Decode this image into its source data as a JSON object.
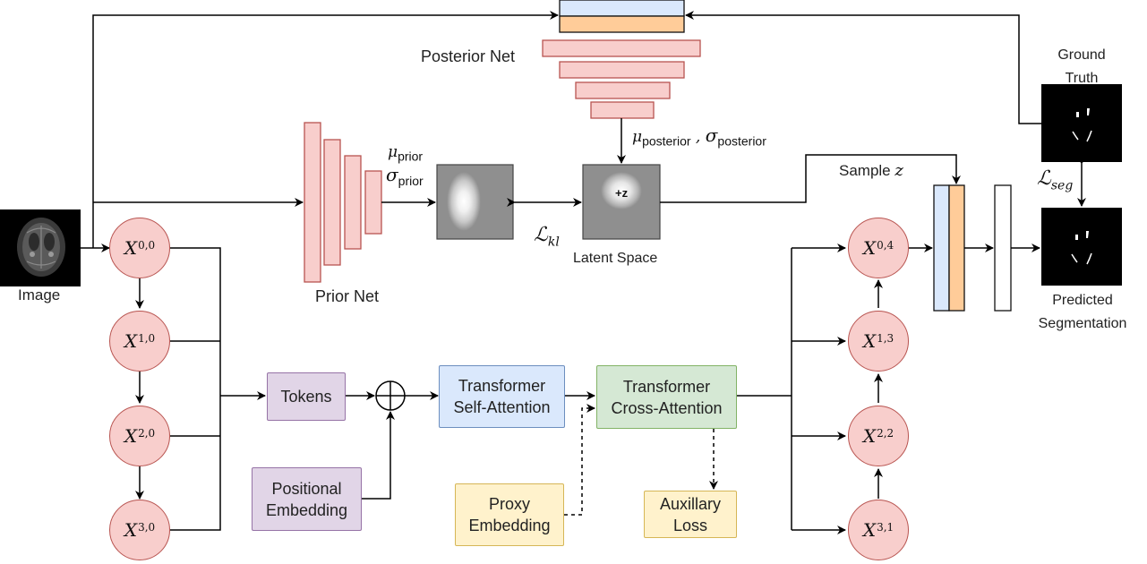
{
  "labels": {
    "image": "Image",
    "posterior_net": "Posterior Net",
    "prior_net": "Prior Net",
    "latent_space": "Latent Space",
    "ground_truth": "Ground\nTruth",
    "predicted_segmentation": "Predicted\nSegmentation",
    "sample_z": "Sample"
  },
  "math": {
    "mu": "μ",
    "sigma": "σ",
    "prior_sub": "prior",
    "posterior_sub": "posterior",
    "z": "z",
    "loss_kl": "ℒ",
    "kl_sub": "kl",
    "loss_seg": "ℒ",
    "seg_sub": "seg"
  },
  "encoder_nodes": [
    {
      "base": "X",
      "sup": "0,0"
    },
    {
      "base": "X",
      "sup": "1,0"
    },
    {
      "base": "X",
      "sup": "2,0"
    },
    {
      "base": "X",
      "sup": "3,0"
    }
  ],
  "decoder_nodes": [
    {
      "base": "X",
      "sup": "0,4"
    },
    {
      "base": "X",
      "sup": "1,3"
    },
    {
      "base": "X",
      "sup": "2,2"
    },
    {
      "base": "X",
      "sup": "3,1"
    }
  ],
  "blocks": {
    "tokens": "Tokens",
    "positional_embedding": "Positional\nEmbedding",
    "self_attention": "Transformer\nSelf-Attention",
    "cross_attention": "Transformer\nCross-Attention",
    "proxy_embedding": "Proxy\nEmbedding",
    "auxiliary_loss": "Auxillary\nLoss"
  },
  "colors": {
    "node_fill": "#f8cecc",
    "node_stroke": "#b85450",
    "purple_fill": "#e1d5e7",
    "purple_stroke": "#9673a6",
    "blue_fill": "#dae8fc",
    "blue_stroke": "#6c8ebf",
    "green_fill": "#d5e8d4",
    "green_stroke": "#82b366",
    "yellow_fill": "#fff2cc",
    "yellow_stroke": "#d6b656",
    "orange_fill": "#ffcc99"
  }
}
